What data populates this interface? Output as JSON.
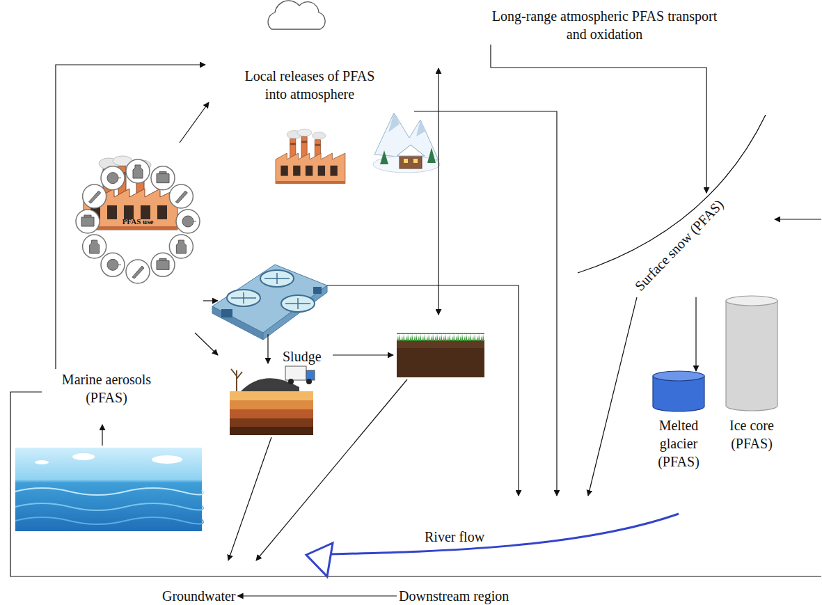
{
  "diagram": {
    "nodes": [
      {
        "text": [
          "Local releases of PFAS into atmosphere"
        ]
      },
      {
        "text": [
          "Long-range atmospheric PFAS transport and oxidation"
        ]
      },
      {
        "text": [
          "Marine aerosols (PFAS)"
        ]
      },
      {
        "text": [
          "PFAS use"
        ]
      },
      {
        "text": [
          "Sludge"
        ]
      },
      {
        "text": [
          "Surface snow (PFAS)"
        ]
      },
      {
        "text": [
          "Melted glacier (PFAS)"
        ]
      },
      {
        "text": [
          "Ice core (PFAS)"
        ]
      },
      {
        "text": [
          "River flow"
        ]
      },
      {
        "text": [
          "Groundwater"
        ]
      },
      {
        "text": [
          "Downstream region"
        ]
      }
    ],
    "edges": [
      {
        "from": 2,
        "to": 0,
        "arrow": "to"
      },
      {
        "from": 1,
        "to": 5,
        "arrow": "to"
      },
      {
        "from": 5,
        "to": 6,
        "arrow": "to"
      },
      {
        "from": 0,
        "to": 8,
        "arrow": "to"
      },
      {
        "from": 5,
        "to": 8,
        "arrow": "to"
      },
      {
        "from": 10,
        "to": 9,
        "arrow": "to"
      }
    ]
  }
}
